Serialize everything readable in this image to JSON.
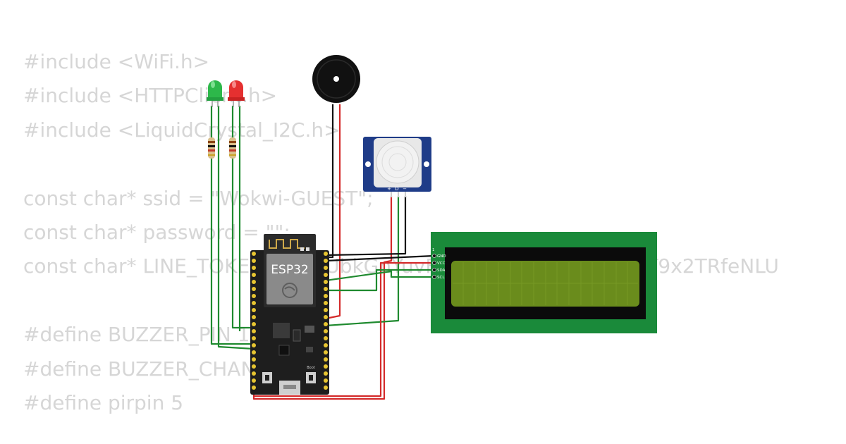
{
  "code": {
    "lines": [
      "#include <WiFi.h>",
      "#include <HTTPClient.h>",
      "#include <LiquidCrystal_I2C.h>",
      "",
      "const char* ssid = \"Wokwi-GUEST\";",
      "const char* password = \"\";",
      "const char* LINE_TOKEN = \"dLUbkGnYuvFQeBtGtWkMbGHMfIFlT9x2TRfeNLU",
      "",
      "#define BUZZER_PIN 18",
      "#define BUZZER_CHANNEL 0",
      "#define pirpin 5"
    ]
  },
  "esp32": {
    "label": "ESP32",
    "boot_label": "Boot"
  },
  "pir": {
    "pins": [
      "+",
      "D",
      "−"
    ]
  },
  "lcd": {
    "pins": [
      "GND",
      "VCC",
      "SDA",
      "SCL"
    ],
    "pin1_label": "1"
  },
  "colors": {
    "wire_green": "#1f8a2f",
    "wire_red": "#d42a2a",
    "wire_black": "#111111",
    "board": "#1e1e1e",
    "lcd_pcb": "#1a8a3a",
    "lcd_screen": "#6a8c1c",
    "pir_pcb": "#1f3c88",
    "led_green": "#2db84a",
    "led_red": "#e53030"
  }
}
